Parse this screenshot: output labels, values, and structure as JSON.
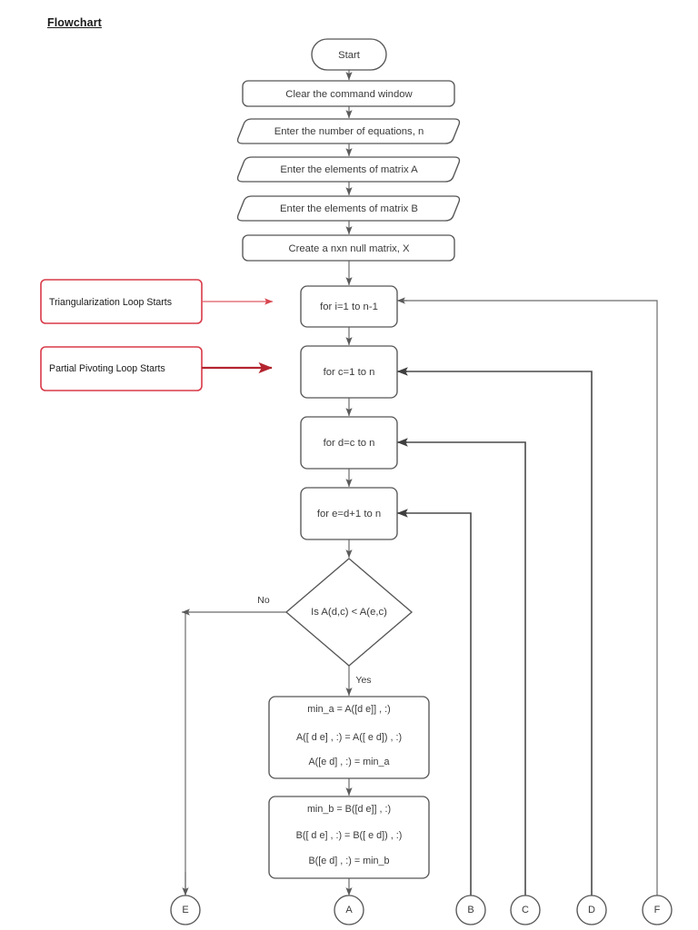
{
  "page": {
    "title": "Flowchart",
    "background": "#ffffff"
  },
  "colors": {
    "shape_stroke": "#565656",
    "link_stroke": "#6b6b6b",
    "annotation_stroke": "#d83a48",
    "annotation_arrow_thin": "#e05a63",
    "annotation_arrow_thick": "#b3242f",
    "text": "#3a3a3a"
  },
  "nodes": {
    "start": "Start",
    "clear_window": "Clear the command window",
    "enter_n": "Enter the number of equations, n",
    "enter_a": "Enter the elements of matrix A",
    "enter_b": "Enter the elements of matrix B",
    "create_x": "Create a nxn null matrix, X",
    "loop_i": "for i=1 to n-1",
    "loop_c": "for c=1 to n",
    "loop_d": "for d=c to n",
    "loop_e": "for e=d+1 to n",
    "decision": "Is A(d,c) <  A(e,c)",
    "swap_a_line1": "min_a = A([d e]] , :)",
    "swap_a_line2": "A([ d e] , :) = A([ e d]) , :)",
    "swap_a_line3": "A([e d] , :) = min_a",
    "swap_b_line1": "min_b = B([d e]] , :)",
    "swap_b_line2": "B([ d e] , :) = B([ e d]) , :)",
    "swap_b_line3": "B([e d] , :) = min_b"
  },
  "edge_labels": {
    "no": "No",
    "yes": "Yes"
  },
  "annotations": {
    "triangularization": "Triangularization Loop Starts",
    "partial_pivoting": "Partial Pivoting Loop Starts"
  },
  "connectors": {
    "e": "E",
    "a": "A",
    "b": "B",
    "c": "C",
    "d": "D",
    "f": "F"
  }
}
